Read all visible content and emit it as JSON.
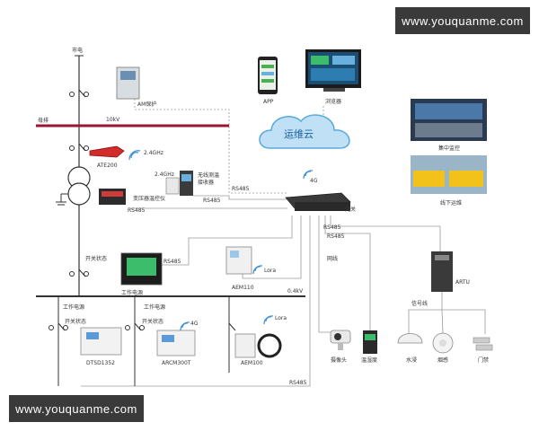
{
  "banners": {
    "top": "www.youquanme.com",
    "bottom": "www.youquanme.com"
  },
  "labels": {
    "grid": "市电",
    "protection": "AM保护",
    "bus": "母排",
    "kv10": "10kV",
    "freq1": "2.4GHz",
    "freq2": "2.4GHz",
    "ate": "ATE200",
    "receiver_line1": "无线测温",
    "receiver_line2": "接收器",
    "transformer_monitor": "变压器温控仪",
    "rs485_a": "RS485",
    "rs485_b": "RS485",
    "rs485_c": "RS485",
    "rs485_d": "RS485",
    "rs485_e": "RS485",
    "rs485_f": "RS485",
    "rs485_g": "RS485",
    "app": "APP",
    "browser": "浏览器",
    "cloud": "运维云",
    "g4_top": "4G",
    "g4_bottom": "4G",
    "gateway": "网关",
    "central_monitor": "集中监控",
    "offline_ops": "线下运维",
    "switch_state_1": "开关状态",
    "switch_state_2": "开关状态",
    "switch_state_3": "开关状态",
    "work_power_1": "工作电源",
    "work_power_2": "工作电源",
    "work_power_3": "工作电源",
    "aem110_a": "AEM110",
    "aem110_b": "AEM100",
    "lora_a": "Lora",
    "lora_b": "Lora",
    "kv04": "0.4kV",
    "dts": "DTSD1352",
    "arcm": "ARCM300T",
    "network": "网线",
    "signal_line": "信号线",
    "artu": "ARTU",
    "camera": "摄像头",
    "temp_humidity": "温湿度",
    "water_leak": "水浸",
    "smoke": "烟感",
    "door": "门禁"
  }
}
